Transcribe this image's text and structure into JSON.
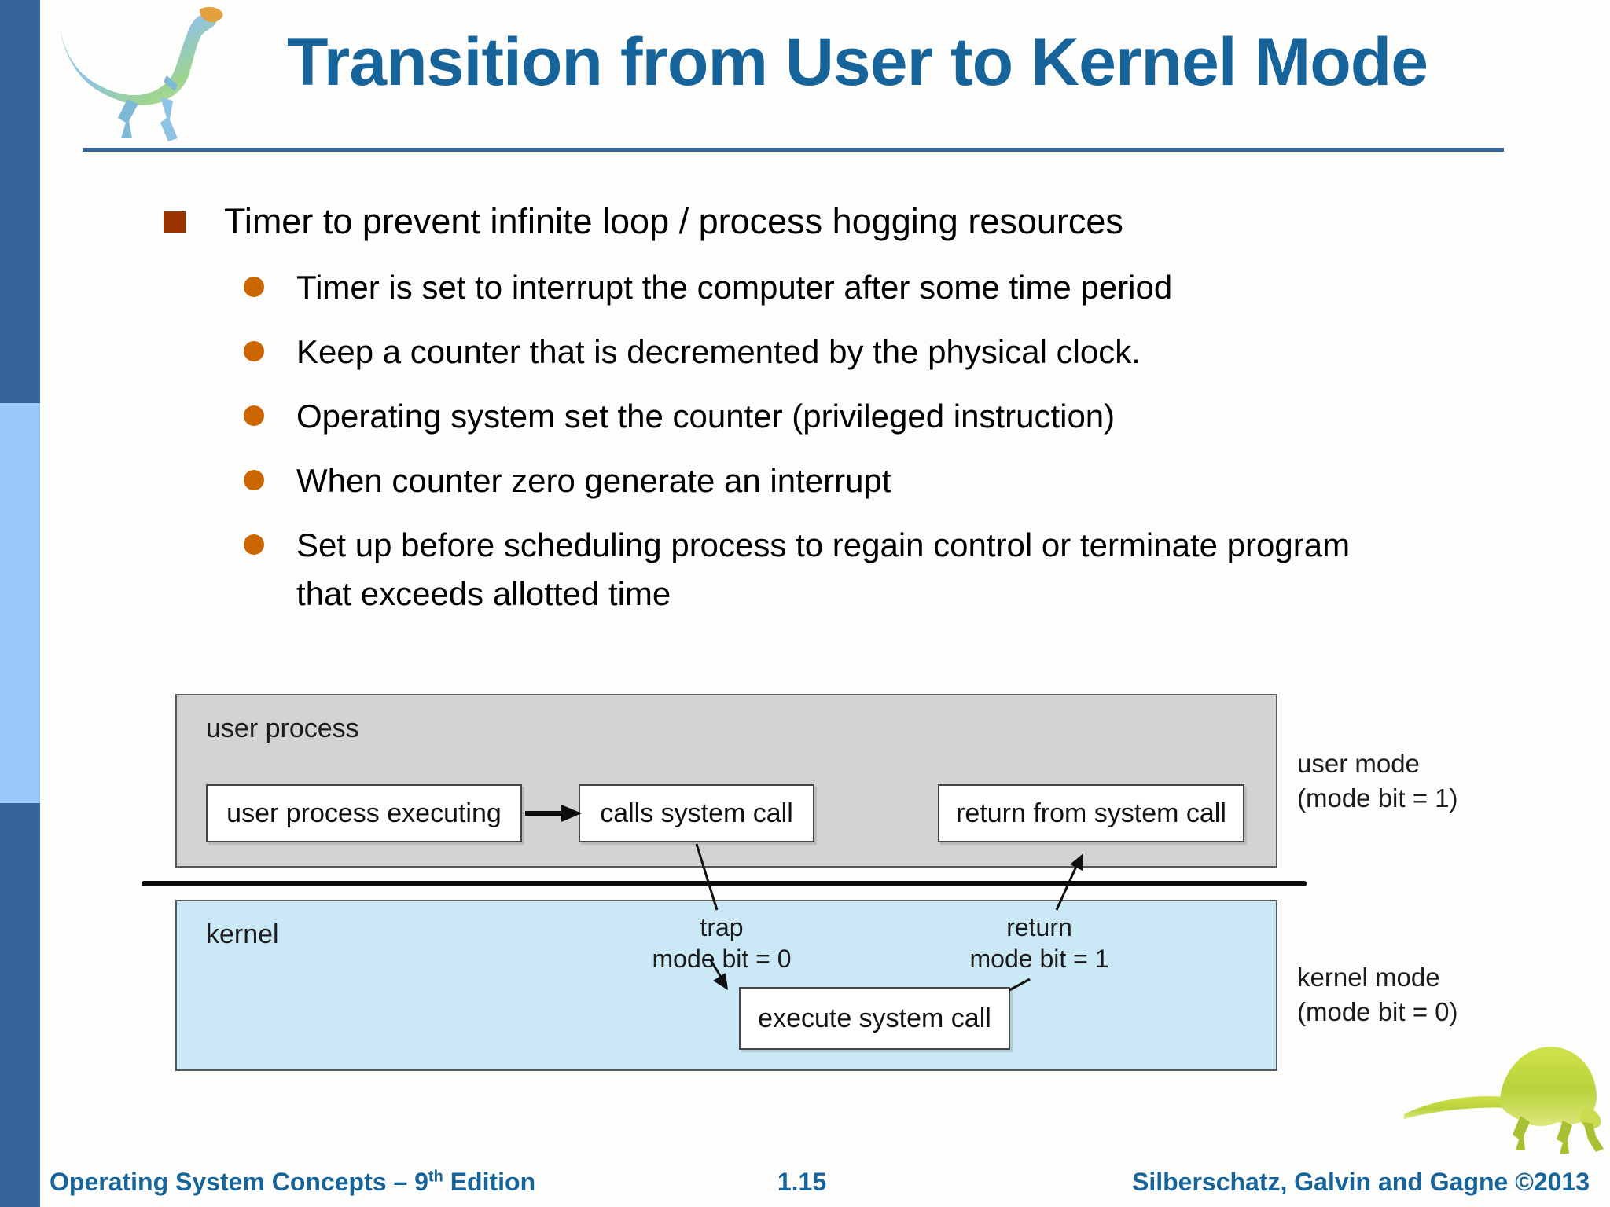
{
  "title": {
    "text": "Transition from User to Kernel Mode"
  },
  "bullets": {
    "main": "Timer to prevent infinite loop / process hogging resources",
    "sub": [
      "Timer is set to interrupt the computer after some time period",
      "Keep a counter that is decremented by the physical clock.",
      "Operating system set the counter (privileged instruction)",
      "When counter zero generate an interrupt",
      "Set up before scheduling process to regain control or terminate program that exceeds allotted time"
    ]
  },
  "diagram": {
    "user_process_label": "user process",
    "kernel_label": "kernel",
    "boxes": {
      "user_process_executing": "user process executing",
      "calls_system_call": "calls system call",
      "return_from_system_call": "return from system call",
      "execute_system_call": "execute system call"
    },
    "transitions": {
      "trap_line1": "trap",
      "trap_line2": "mode bit = 0",
      "return_line1": "return",
      "return_line2": "mode bit = 1"
    },
    "side_labels": {
      "user_mode_line1": "user mode",
      "user_mode_line2": "(mode bit = 1)",
      "kernel_mode_line1": "kernel mode",
      "kernel_mode_line2": "(mode bit = 0)"
    }
  },
  "footer": {
    "book_pre": "Operating System Concepts – 9",
    "book_sup": "th",
    "book_post": " Edition",
    "page": "1.15",
    "authors": "Silberschatz, Galvin and Gagne ©2013"
  },
  "icons": {
    "header_dinosaur": "dinosaur-logo",
    "footer_lizard": "lizard-logo"
  },
  "colors": {
    "title_blue": "#17649b",
    "sidebar_dark": "#36649c",
    "sidebar_light": "#9cc9fc",
    "bullet_square": "#993300",
    "bullet_circle": "#cc6600",
    "user_box_fill": "#d3d3d3",
    "kernel_box_fill": "#cbe8f7",
    "separator": "#0c0c0c"
  }
}
